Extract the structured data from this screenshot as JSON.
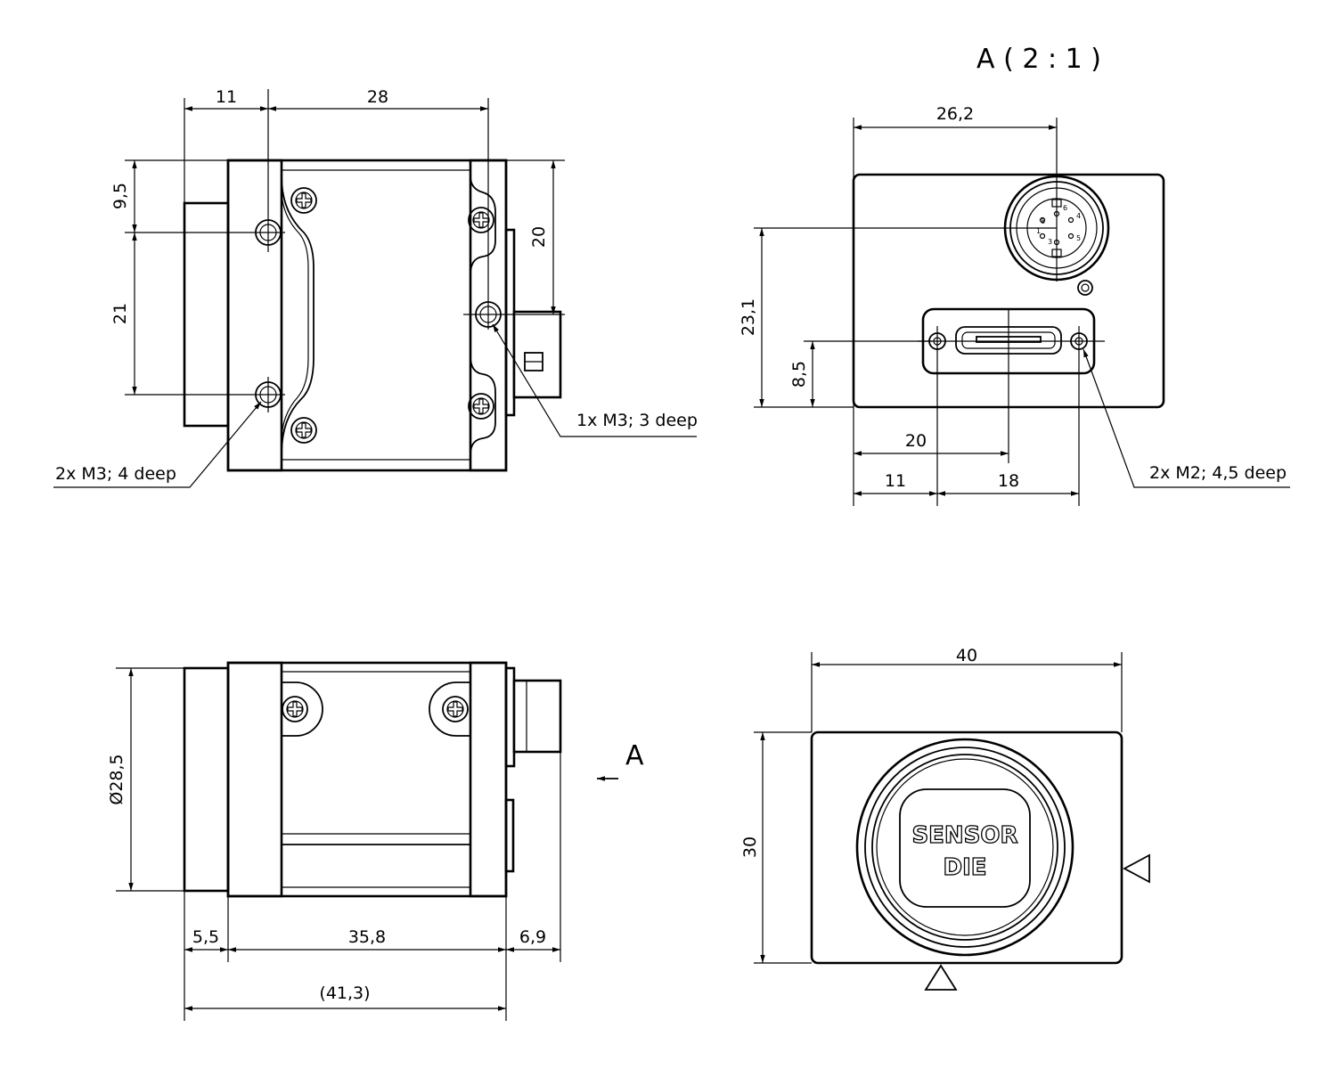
{
  "views": {
    "side_top": {
      "dims": [
        "11",
        "28",
        "9,5",
        "21",
        "20"
      ],
      "callouts": {
        "mount_holes": "2x M3; 4 deep",
        "rear_hole": "1x M3; 3 deep"
      }
    },
    "detail": {
      "title": "A ( 2 : 1 )",
      "dims": [
        "26,2",
        "23,1",
        "8,5",
        "20",
        "11",
        "18"
      ],
      "callout": "2x M2; 4,5 deep",
      "connector_pins": [
        "1",
        "8",
        "4",
        "5",
        "3",
        "6"
      ]
    },
    "side_bottom": {
      "dims": [
        "Ø28,5",
        "5,5",
        "35,8",
        "6,9",
        "(41,3)"
      ],
      "view_arrow": "A"
    },
    "front": {
      "dims": [
        "40",
        "30"
      ],
      "sensor_label": [
        "SENSOR",
        "DIE"
      ]
    }
  }
}
